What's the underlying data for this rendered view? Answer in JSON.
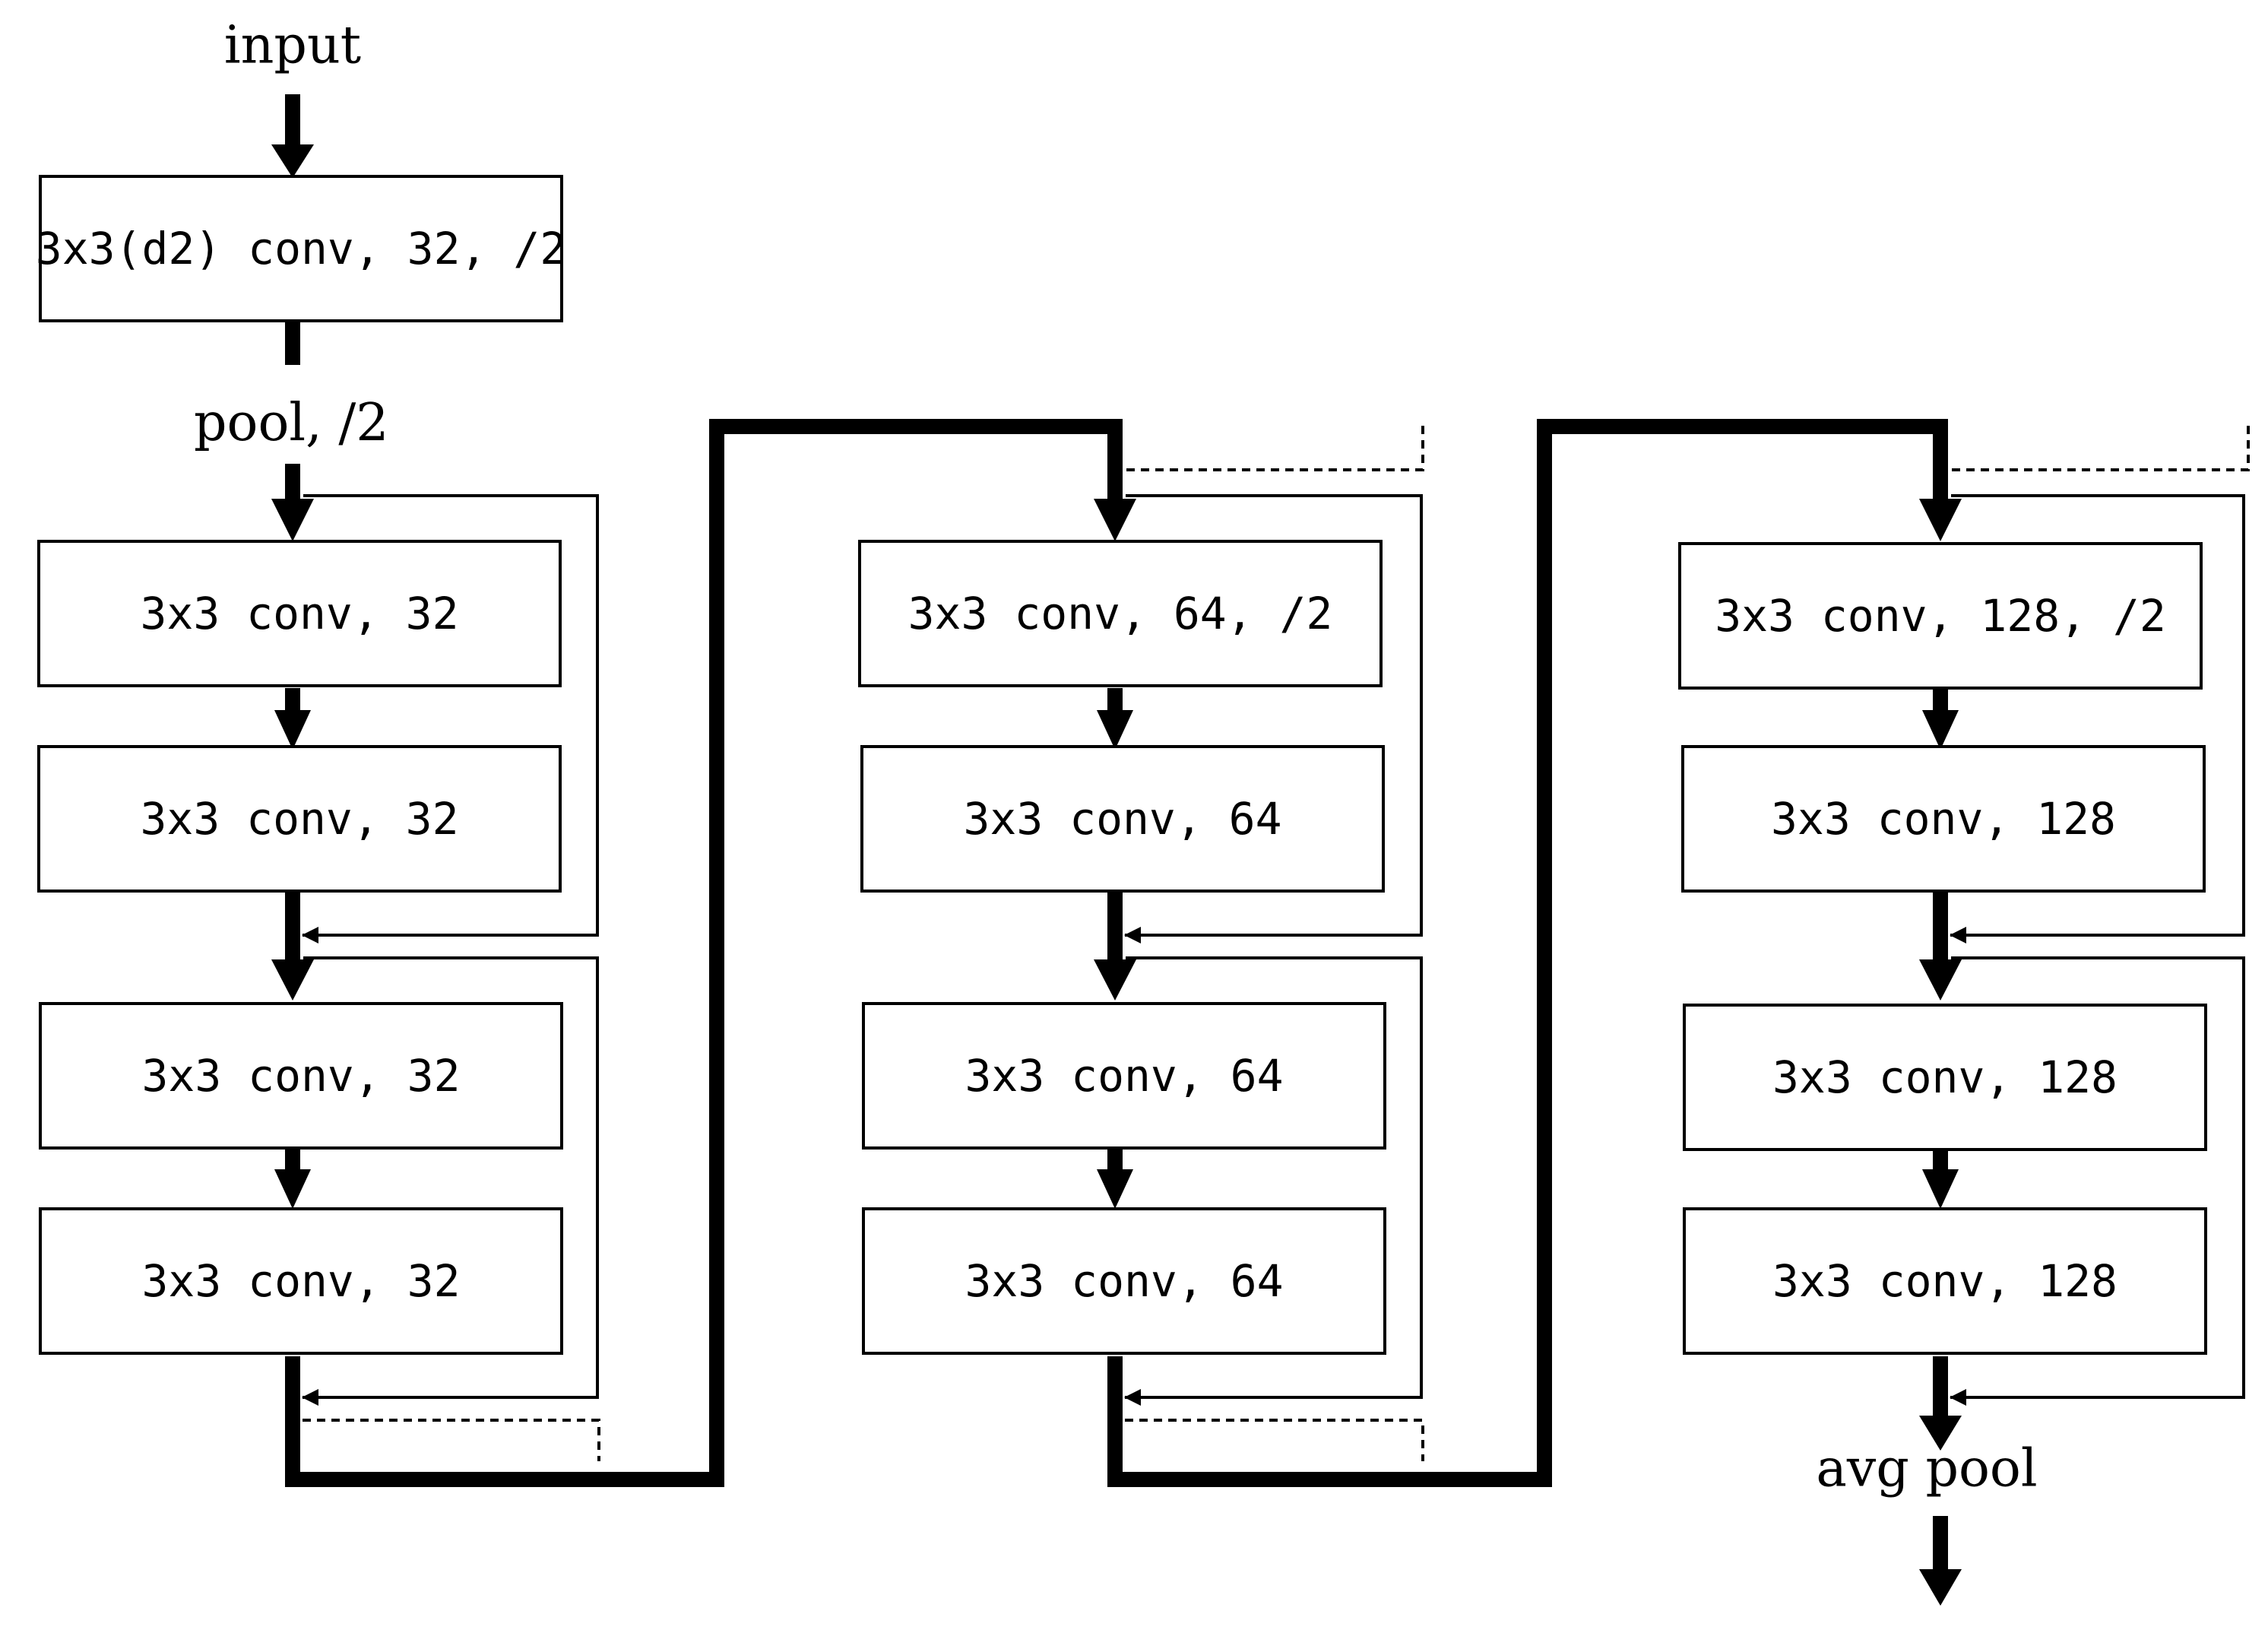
{
  "input_label": "input",
  "pool_label": "pool, /2",
  "avgpool_label": "avg pool",
  "stem": {
    "label": "3x3(d2) conv, 32, /2"
  },
  "stages": [
    {
      "blocks": [
        "3x3 conv, 32",
        "3x3 conv, 32",
        "3x3 conv, 32",
        "3x3 conv, 32"
      ]
    },
    {
      "blocks": [
        "3x3 conv, 64, /2",
        "3x3 conv, 64",
        "3x3 conv, 64",
        "3x3 conv, 64"
      ]
    },
    {
      "blocks": [
        "3x3 conv, 128, /2",
        "3x3 conv, 128",
        "3x3 conv, 128",
        "3x3 conv, 128"
      ]
    }
  ]
}
